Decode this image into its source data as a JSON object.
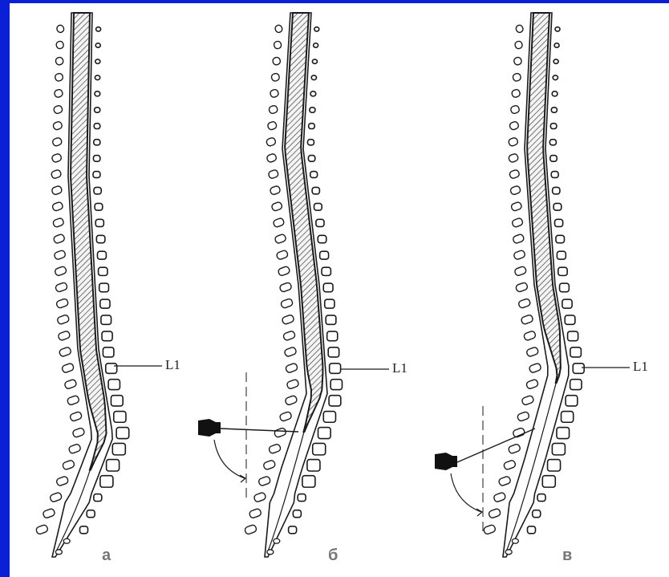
{
  "colors": {
    "border": "#0a1fd6",
    "ink": "#1a1a1a",
    "background": "#ffffff"
  },
  "panels": [
    {
      "id": "a",
      "letter": "а",
      "level_label": "L1"
    },
    {
      "id": "b",
      "letter": "б",
      "level_label": "L1",
      "has_needle": true
    },
    {
      "id": "v",
      "letter": "в",
      "level_label": "L1",
      "has_needle": true
    }
  ],
  "icons": [
    "syringe-icon",
    "angle-arc-icon"
  ]
}
